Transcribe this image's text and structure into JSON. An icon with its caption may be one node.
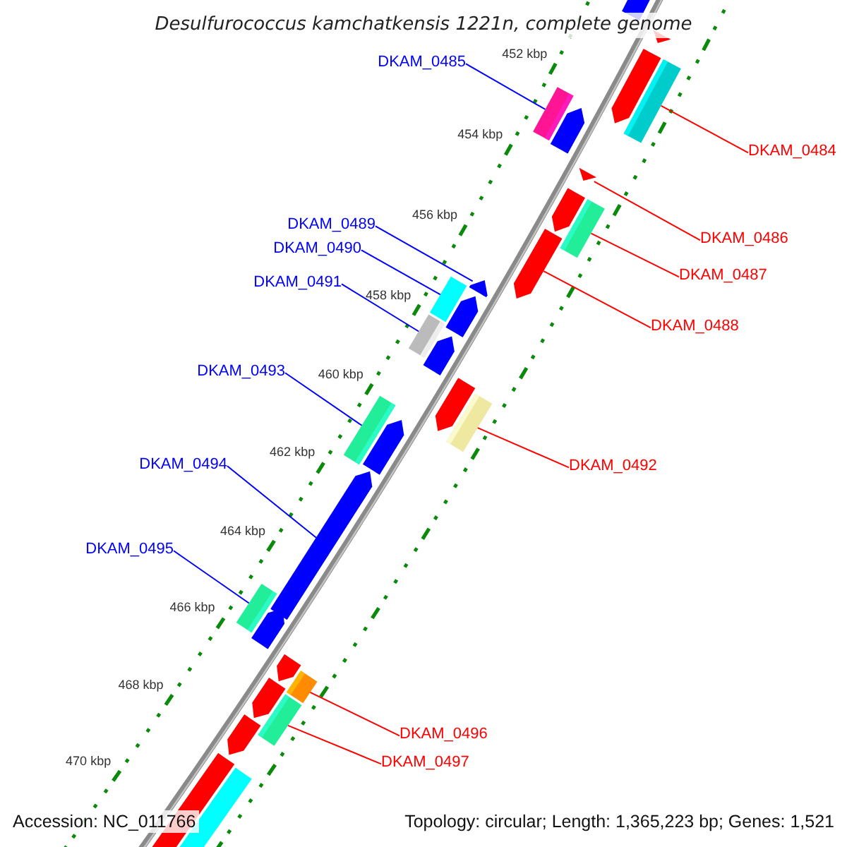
{
  "diagram": {
    "title": "Desulfurococcus kamchatkensis 1221n, complete genome",
    "nodes": [
      {
        "text": [
          "DKAM_0485"
        ]
      },
      {
        "text": [
          "DKAM_0484"
        ]
      },
      {
        "text": [
          "DKAM_0489"
        ]
      },
      {
        "text": [
          "DKAM_0486"
        ]
      },
      {
        "text": [
          "DKAM_0490"
        ]
      },
      {
        "text": [
          "DKAM_0487"
        ]
      },
      {
        "text": [
          "DKAM_0491"
        ]
      },
      {
        "text": [
          "DKAM_0488"
        ]
      },
      {
        "text": [
          "DKAM_0493"
        ]
      },
      {
        "text": [
          "DKAM_0492"
        ]
      },
      {
        "text": [
          "DKAM_0494"
        ]
      },
      {
        "text": [
          "DKAM_0495"
        ]
      },
      {
        "text": [
          "DKAM_0496"
        ]
      },
      {
        "text": [
          "DKAM_0497"
        ]
      },
      {
        "text": [],
        "shape": "bar"
      },
      {
        "text": [],
        "shape": "bar"
      },
      {
        "text": [],
        "shape": "pentagon"
      },
      {
        "text": [],
        "shape": "pentagon"
      },
      {
        "text": [],
        "shape": "bar"
      },
      {
        "text": [],
        "shape": "bar"
      },
      {
        "text": [],
        "shape": "bar"
      },
      {
        "text": [],
        "shape": "pentagon"
      },
      {
        "text": [],
        "shape": "bar"
      },
      {
        "text": [],
        "shape": "bar"
      },
      {
        "text": [],
        "shape": "pentagon"
      },
      {
        "text": [],
        "shape": "bar"
      },
      {
        "text": [],
        "shape": "bar"
      },
      {
        "text": [],
        "shape": "bar"
      }
    ],
    "edges": [
      {
        "from": 0,
        "to": 14,
        "arrow": "none",
        "color": "#0000ff"
      },
      {
        "from": 1,
        "to": 15,
        "arrow": "none",
        "color": "#ff0000"
      },
      {
        "from": 2,
        "to": 16,
        "arrow": "none",
        "color": "#0000ff"
      },
      {
        "from": 3,
        "to": 17,
        "arrow": "none",
        "color": "#ff0000"
      },
      {
        "from": 4,
        "to": 18,
        "arrow": "none",
        "color": "#0000ff"
      },
      {
        "from": 5,
        "to": 19,
        "arrow": "none",
        "color": "#ff0000"
      },
      {
        "from": 6,
        "to": 20,
        "arrow": "none",
        "color": "#0000ff"
      },
      {
        "from": 7,
        "to": 21,
        "arrow": "none",
        "color": "#ff0000"
      },
      {
        "from": 8,
        "to": 22,
        "arrow": "none",
        "color": "#0000ff"
      },
      {
        "from": 9,
        "to": 23,
        "arrow": "none",
        "color": "#ff0000"
      },
      {
        "from": 10,
        "to": 24,
        "arrow": "none",
        "color": "#0000ff"
      },
      {
        "from": 11,
        "to": 25,
        "arrow": "none",
        "color": "#0000ff"
      },
      {
        "from": 12,
        "to": 26,
        "arrow": "none",
        "color": "#ff0000"
      },
      {
        "from": 13,
        "to": 27,
        "arrow": "none",
        "color": "#ff0000"
      }
    ],
    "labels": [
      "452 kbp",
      "454 kbp",
      "456 kbp",
      "458 kbp",
      "460 kbp",
      "462 kbp",
      "464 kbp",
      "466 kbp",
      "468 kbp",
      "470 kbp",
      "Accession: NC_011766",
      "Topology: circular; Length: 1,365,223 bp; Genes: 1,521"
    ]
  }
}
